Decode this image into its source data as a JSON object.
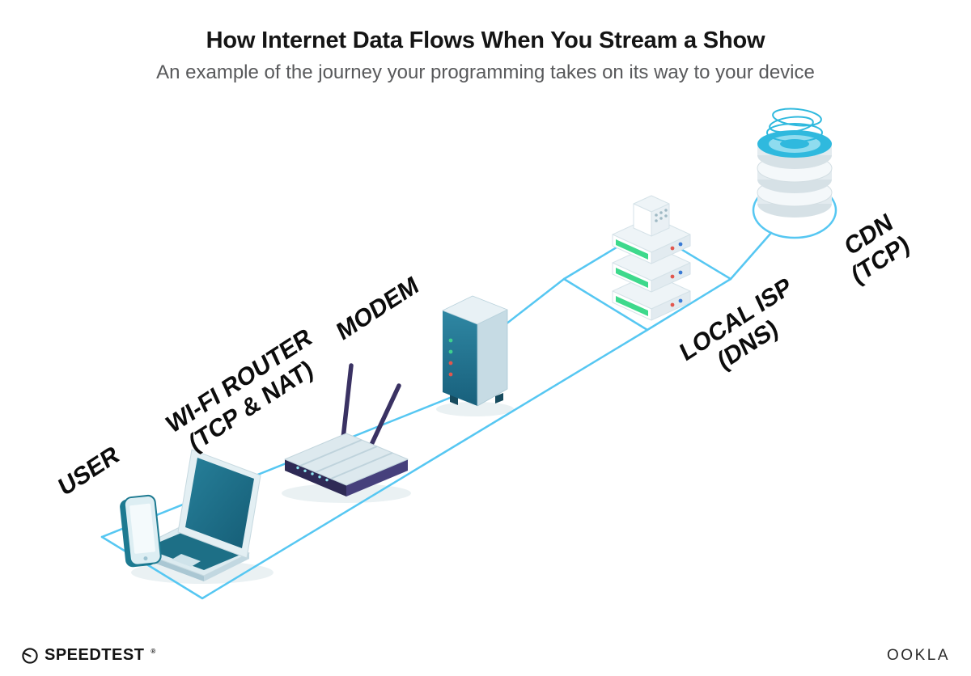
{
  "header": {
    "title": "How Internet Data Flows When You Stream a Show",
    "subtitle": "An example of the journey your programming takes on its way to your device"
  },
  "nodes": {
    "user": {
      "label": "USER"
    },
    "router": {
      "label": "WI-FI ROUTER",
      "sublabel": "(TCP & NAT)"
    },
    "modem": {
      "label": "MODEM"
    },
    "isp": {
      "label": "LOCAL ISP",
      "sublabel": "(DNS)"
    },
    "cdn": {
      "label": "CDN",
      "sublabel": "(TCP)"
    }
  },
  "flow_order": [
    "user",
    "router",
    "modem",
    "isp",
    "cdn"
  ],
  "colors": {
    "connection_line": "#56c7f2",
    "device_dark_teal": "#1d6f86",
    "device_light": "#dcebf1",
    "router_navy": "#2e2a55",
    "server_green": "#3ed98c",
    "cdn_cyan": "#2fb9de",
    "led_red": "#e2574e",
    "led_green": "#3fd08f",
    "label_color": "#0c0c0c"
  },
  "footer": {
    "speedtest": "SPEEDTEST",
    "speedtest_reg": "®",
    "ookla": "OOKLA"
  }
}
